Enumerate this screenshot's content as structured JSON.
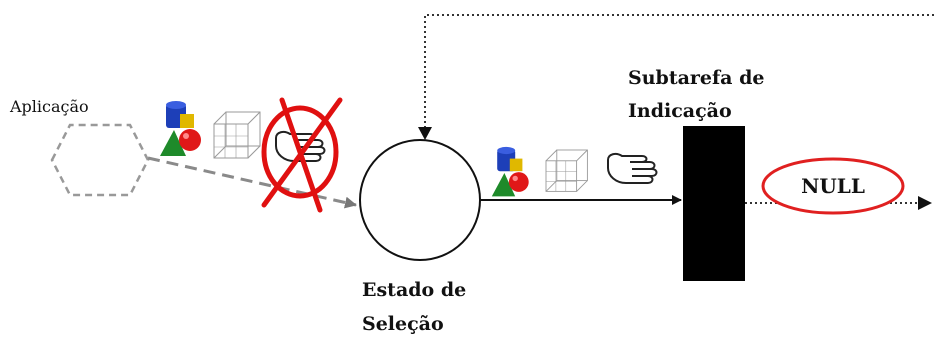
{
  "labels": {
    "application": "Aplicação",
    "subtask_line1": "Subtarefa de",
    "subtask_line2": "Indicação",
    "state_line1": "Estado de",
    "state_line2": "Seleção",
    "null_output": "NULL"
  },
  "colors": {
    "ink": "#111111",
    "dashed_gray": "#8a8a8a",
    "cancel_red": "#e01010",
    "null_ellipse": "#e02020",
    "subtask_block": "#000000"
  },
  "icons": [
    "objects-icon",
    "wireframe-cube-icon",
    "hand-icon"
  ]
}
